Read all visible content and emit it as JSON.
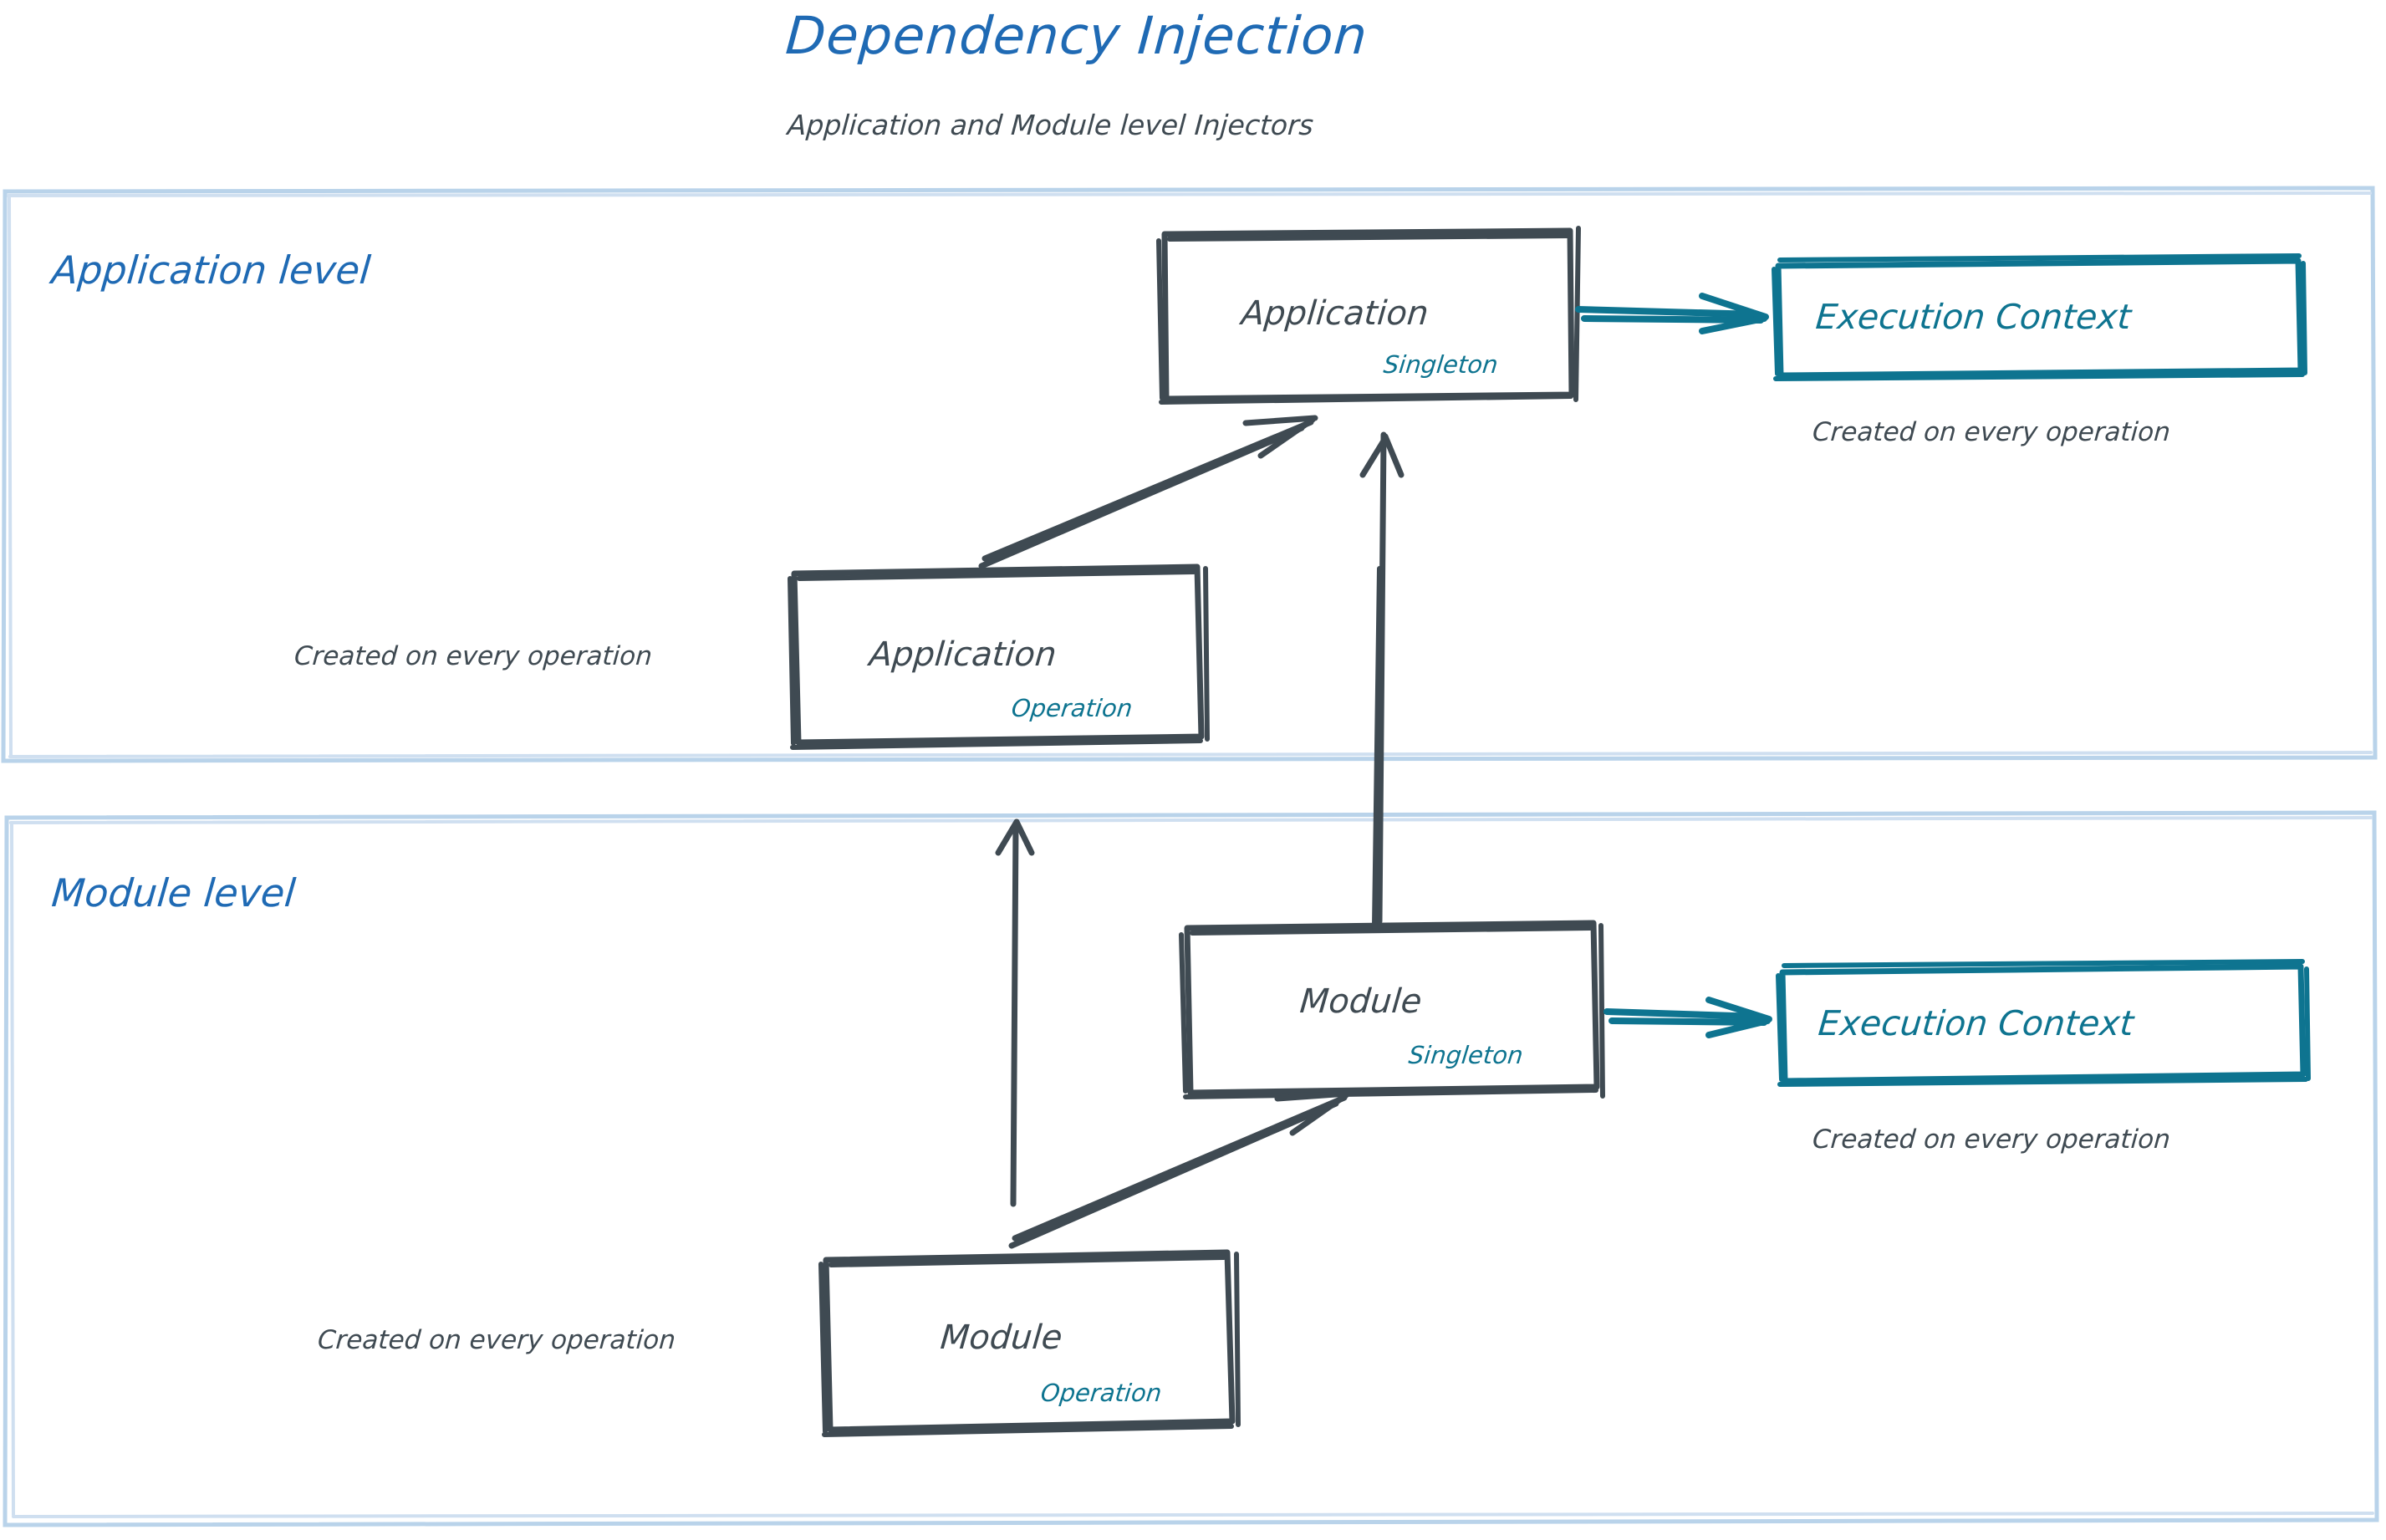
{
  "header": {
    "title": "Dependency Injection",
    "subtitle": "Application and Module level Injectors"
  },
  "colors": {
    "title_blue": "#1f6ab4",
    "zone_border": "#b9d3ea",
    "node_stroke": "#3f4a52",
    "text_dark": "#3f4a52",
    "teal": "#0e7490",
    "background": "#ffffff"
  },
  "zones": [
    {
      "id": "application-level",
      "label": "Application level",
      "nodes": [
        {
          "id": "application-singleton",
          "title": "Application",
          "scope": "Singleton",
          "style": "dark"
        },
        {
          "id": "application-execution-context",
          "title": "Execution Context",
          "style": "teal",
          "caption": "Created on every operation"
        },
        {
          "id": "application-operation",
          "title": "Application",
          "scope": "Operation",
          "style": "dark",
          "caption": "Created on every operation"
        }
      ]
    },
    {
      "id": "module-level",
      "label": "Module level",
      "nodes": [
        {
          "id": "module-singleton",
          "title": "Module",
          "scope": "Singleton",
          "style": "dark"
        },
        {
          "id": "module-execution-context",
          "title": "Execution Context",
          "style": "teal",
          "caption": "Created on every operation"
        },
        {
          "id": "module-operation",
          "title": "Module",
          "scope": "Operation",
          "style": "dark",
          "caption": "Created on every operation"
        }
      ]
    }
  ],
  "edges": [
    {
      "id": "application-operation-to-application-singleton",
      "from": "application-operation",
      "to": "application-singleton",
      "style": "dark"
    },
    {
      "id": "application-singleton-to-application-execution-context",
      "from": "application-singleton",
      "to": "application-execution-context",
      "style": "teal"
    },
    {
      "id": "module-singleton-to-application-singleton",
      "from": "module-singleton",
      "to": "application-singleton",
      "style": "dark"
    },
    {
      "id": "module-operation-to-application-operation",
      "from": "module-operation",
      "to": "application-operation",
      "style": "dark"
    },
    {
      "id": "module-operation-to-module-singleton",
      "from": "module-operation",
      "to": "module-singleton",
      "style": "dark"
    },
    {
      "id": "module-singleton-to-module-execution-context",
      "from": "module-singleton",
      "to": "module-execution-context",
      "style": "teal"
    }
  ],
  "labels": {
    "app_singleton_title": "Application",
    "app_singleton_scope": "Singleton",
    "app_exec_ctx": "Execution Context",
    "app_exec_ctx_caption": "Created on every operation",
    "app_op_title": "Application",
    "app_op_scope": "Operation",
    "app_op_caption": "Created on every operation",
    "mod_singleton_title": "Module",
    "mod_singleton_scope": "Singleton",
    "mod_exec_ctx": "Execution Context",
    "mod_exec_ctx_caption": "Created on every operation",
    "mod_op_title": "Module",
    "mod_op_scope": "Operation",
    "mod_op_caption": "Created on every operation",
    "zone_app": "Application level",
    "zone_mod": "Module level"
  }
}
